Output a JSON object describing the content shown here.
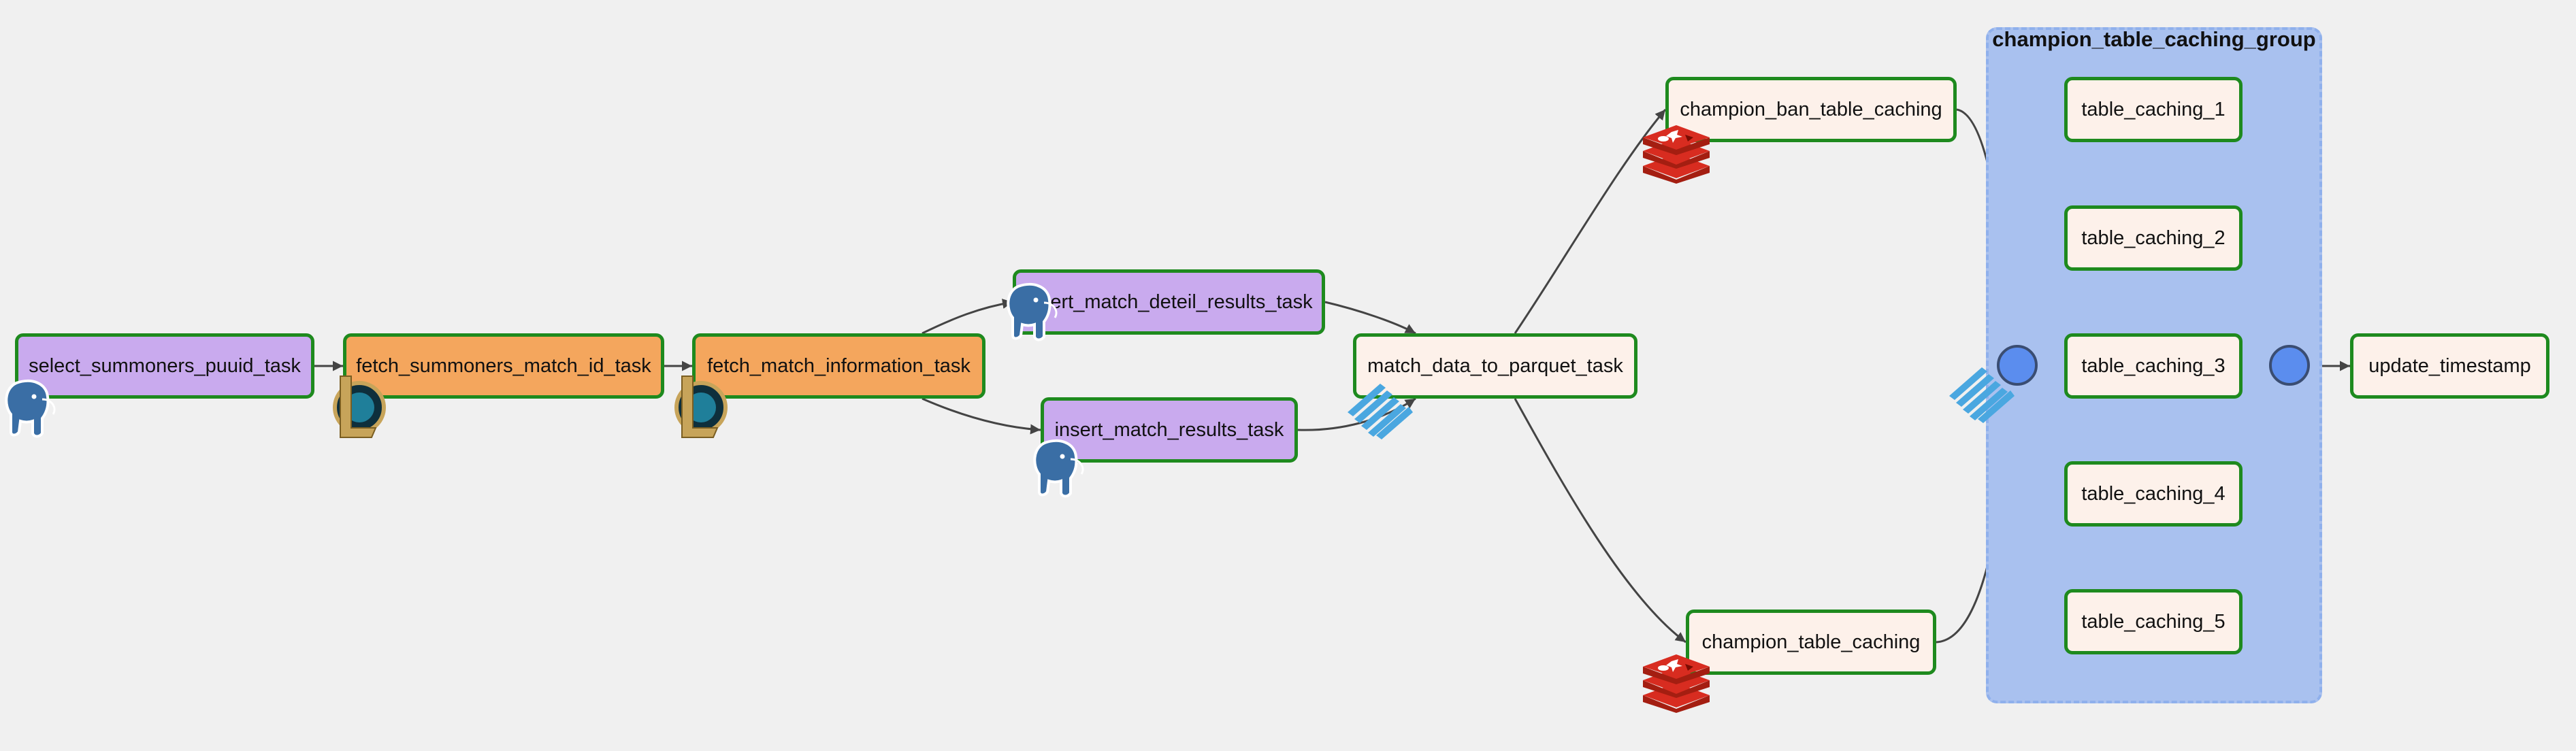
{
  "group": {
    "title": "champion_table_caching_group"
  },
  "tasks": {
    "select_summoners_puuid_task": "select_summoners_puuid_task",
    "fetch_summoners_match_id_task": "fetch_summoners_match_id_task",
    "fetch_match_information_task": "fetch_match_information_task",
    "insert_match_deteil_results_task": "insert_match_deteil_results_task",
    "insert_match_results_task": "insert_match_results_task",
    "match_data_to_parquet_task": "match_data_to_parquet_task",
    "champion_ban_table_caching": "champion_ban_table_caching",
    "champion_table_caching": "champion_table_caching",
    "table_caching_1": "table_caching_1",
    "table_caching_2": "table_caching_2",
    "table_caching_3": "table_caching_3",
    "table_caching_4": "table_caching_4",
    "table_caching_5": "table_caching_5",
    "update_timestamp": "update_timestamp"
  },
  "icons": {
    "postgres": "postgresql-elephant-icon",
    "league": "league-of-legends-icon",
    "parquet": "parquet-icon",
    "redis": "redis-icon"
  },
  "colors": {
    "background": "#f0f0f0",
    "task_border": "#1e8a1e",
    "purple_task": "#c9aaee",
    "orange_task": "#f4a65d",
    "cream_task": "#fdf1ea",
    "group_fill": "#a9c1ef",
    "join_node": "#5b8dee",
    "edge": "#444444"
  }
}
